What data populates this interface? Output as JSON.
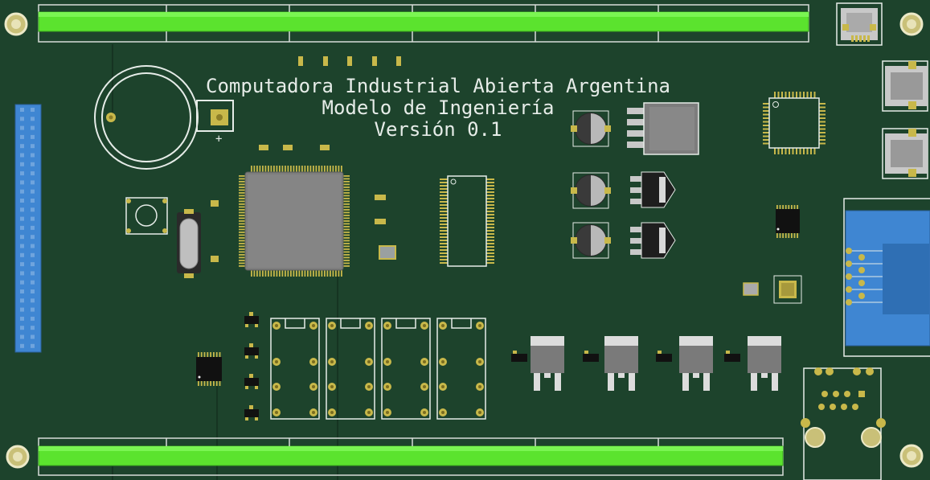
{
  "board": {
    "colors": {
      "pcb": "#1d432c",
      "silkscreen": "#e6ece8",
      "header_green": "#5be32e",
      "header_blue": "#3f86d2",
      "copper": "#c8b84a",
      "chip_body": "#7d7d7d"
    },
    "silkscreen": {
      "title_line1": "Computadora Industrial Abierta Argentina",
      "title_line2": "Modelo de Ingeniería",
      "title_line3": "Versión 0.1",
      "polarity_mark": "+"
    },
    "components": {
      "top_header": "terminal-strip-top",
      "bottom_header": "terminal-strip-bottom",
      "left_header": "pin-header-left",
      "battery": "coin-cell-holder",
      "mcu": "qfp-microcontroller",
      "memory": "tsop-memory-chip",
      "usb_connector": "micro-usb-connector",
      "db9": "db9-serial-connector",
      "ethernet": "rj45-jack",
      "relays": [
        "relay-1",
        "relay-2",
        "relay-3",
        "relay-4"
      ],
      "regulators": [
        "regulator-1",
        "regulator-2",
        "regulator-3",
        "regulator-4"
      ]
    }
  }
}
